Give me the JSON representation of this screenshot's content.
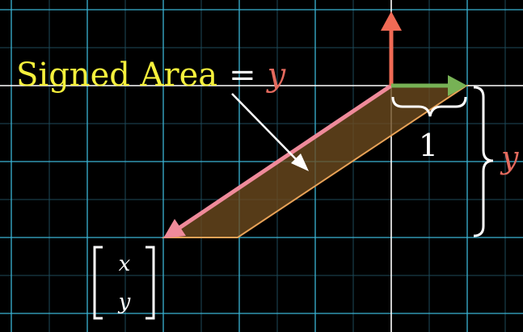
{
  "colors": {
    "background": "#000000",
    "grid_minor": "#1e4a5a",
    "grid_major": "#3ab4d4",
    "axis": "#ffffff",
    "label_yellow": "#f5f03c",
    "equals_white": "#ffffff",
    "y_red": "#e46a5e",
    "basis_up_red": "#f06a55",
    "basis_right_green": "#77b255",
    "vector_pink": "#ef8a9a",
    "parallelogram_fill": "#6b4a1e",
    "parallelogram_edge": "#e8a257",
    "brace_white": "#ffffff",
    "pointer_white": "#ffffff"
  },
  "label": {
    "prefix": "Signed Area",
    "equals": "=",
    "variable": "y"
  },
  "brace_width": {
    "value": "1"
  },
  "brace_height": {
    "value": "y"
  },
  "column_vector": {
    "entries": [
      "x",
      "y"
    ]
  },
  "icons": {
    "pointer": "arrow-pointer-icon",
    "basis_up": "up-arrow-icon",
    "basis_right": "right-arrow-icon",
    "vector": "diagonal-arrow-icon"
  }
}
